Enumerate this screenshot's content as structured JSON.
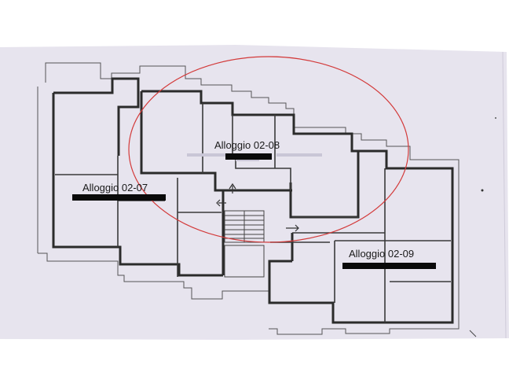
{
  "floor_plan": {
    "units": [
      {
        "label": "Alloggio 02-07"
      },
      {
        "label": "Alloggio 02-08"
      },
      {
        "label": "Alloggio 02-09"
      }
    ]
  },
  "colors": {
    "paper": "#e7e4ee",
    "wall": "#2b2b2b",
    "thin_line": "#555555",
    "highlight_ellipse": "#d33a3a"
  }
}
